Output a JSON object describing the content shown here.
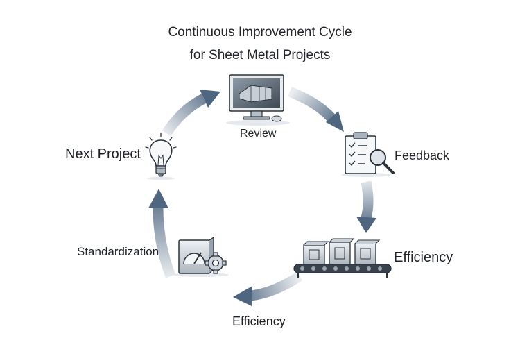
{
  "title": {
    "line1": "Continuous Improvement Cycle",
    "line2": "for Sheet Metal Projects"
  },
  "stages": {
    "review": {
      "label": "Review",
      "icon": "computer-monitor-icon"
    },
    "feedback": {
      "label": "Feedback",
      "icon": "clipboard-magnifier-icon"
    },
    "efficiency_right": {
      "label": "Efficiency",
      "icon": "conveyor-belt-icon"
    },
    "efficiency_bottom": {
      "label": "Efficiency"
    },
    "standardization": {
      "label": "Standardization",
      "icon": "gauge-gear-icon"
    },
    "next_project": {
      "label": "Next Project",
      "icon": "lightbulb-icon"
    }
  },
  "colors": {
    "arrow": "#4f6680",
    "icon_stroke": "#2a323b",
    "icon_fill": "#d9dee4"
  }
}
